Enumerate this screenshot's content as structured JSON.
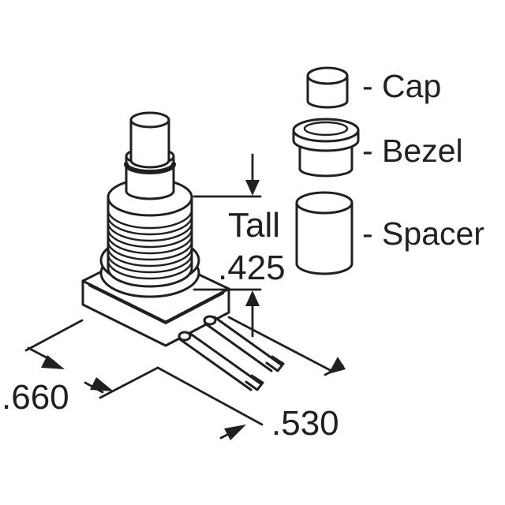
{
  "parts": [
    {
      "label": "- Cap"
    },
    {
      "label": "- Bezel"
    },
    {
      "label": "- Spacer"
    }
  ],
  "dimensions": {
    "tall_word": "Tall",
    "tall_value": ".425",
    "width": ".660",
    "depth": ".530"
  },
  "colors": {
    "line": "#231f20",
    "background": "#ffffff"
  }
}
